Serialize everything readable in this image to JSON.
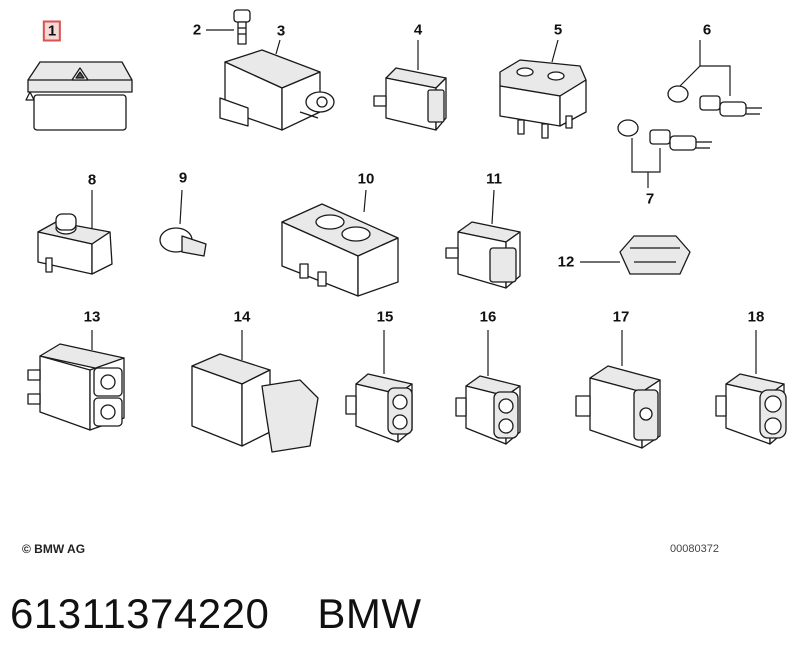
{
  "callouts": [
    {
      "label": "1",
      "highlighted": true
    },
    {
      "label": "2"
    },
    {
      "label": "3"
    },
    {
      "label": "4"
    },
    {
      "label": "5"
    },
    {
      "label": "6"
    },
    {
      "label": "7"
    },
    {
      "label": "8"
    },
    {
      "label": "9"
    },
    {
      "label": "10"
    },
    {
      "label": "11"
    },
    {
      "label": "12"
    },
    {
      "label": "13"
    },
    {
      "label": "14"
    },
    {
      "label": "15"
    },
    {
      "label": "16"
    },
    {
      "label": "17"
    },
    {
      "label": "18"
    }
  ],
  "copyright": "© BMW AG",
  "diagram_id": "00080372",
  "footer": {
    "part_number": "61311374220",
    "brand": "BMW"
  },
  "colors": {
    "highlight_border": "#d9534f",
    "highlight_fill": "#f6d8d8",
    "line": "#1a1a1a"
  }
}
